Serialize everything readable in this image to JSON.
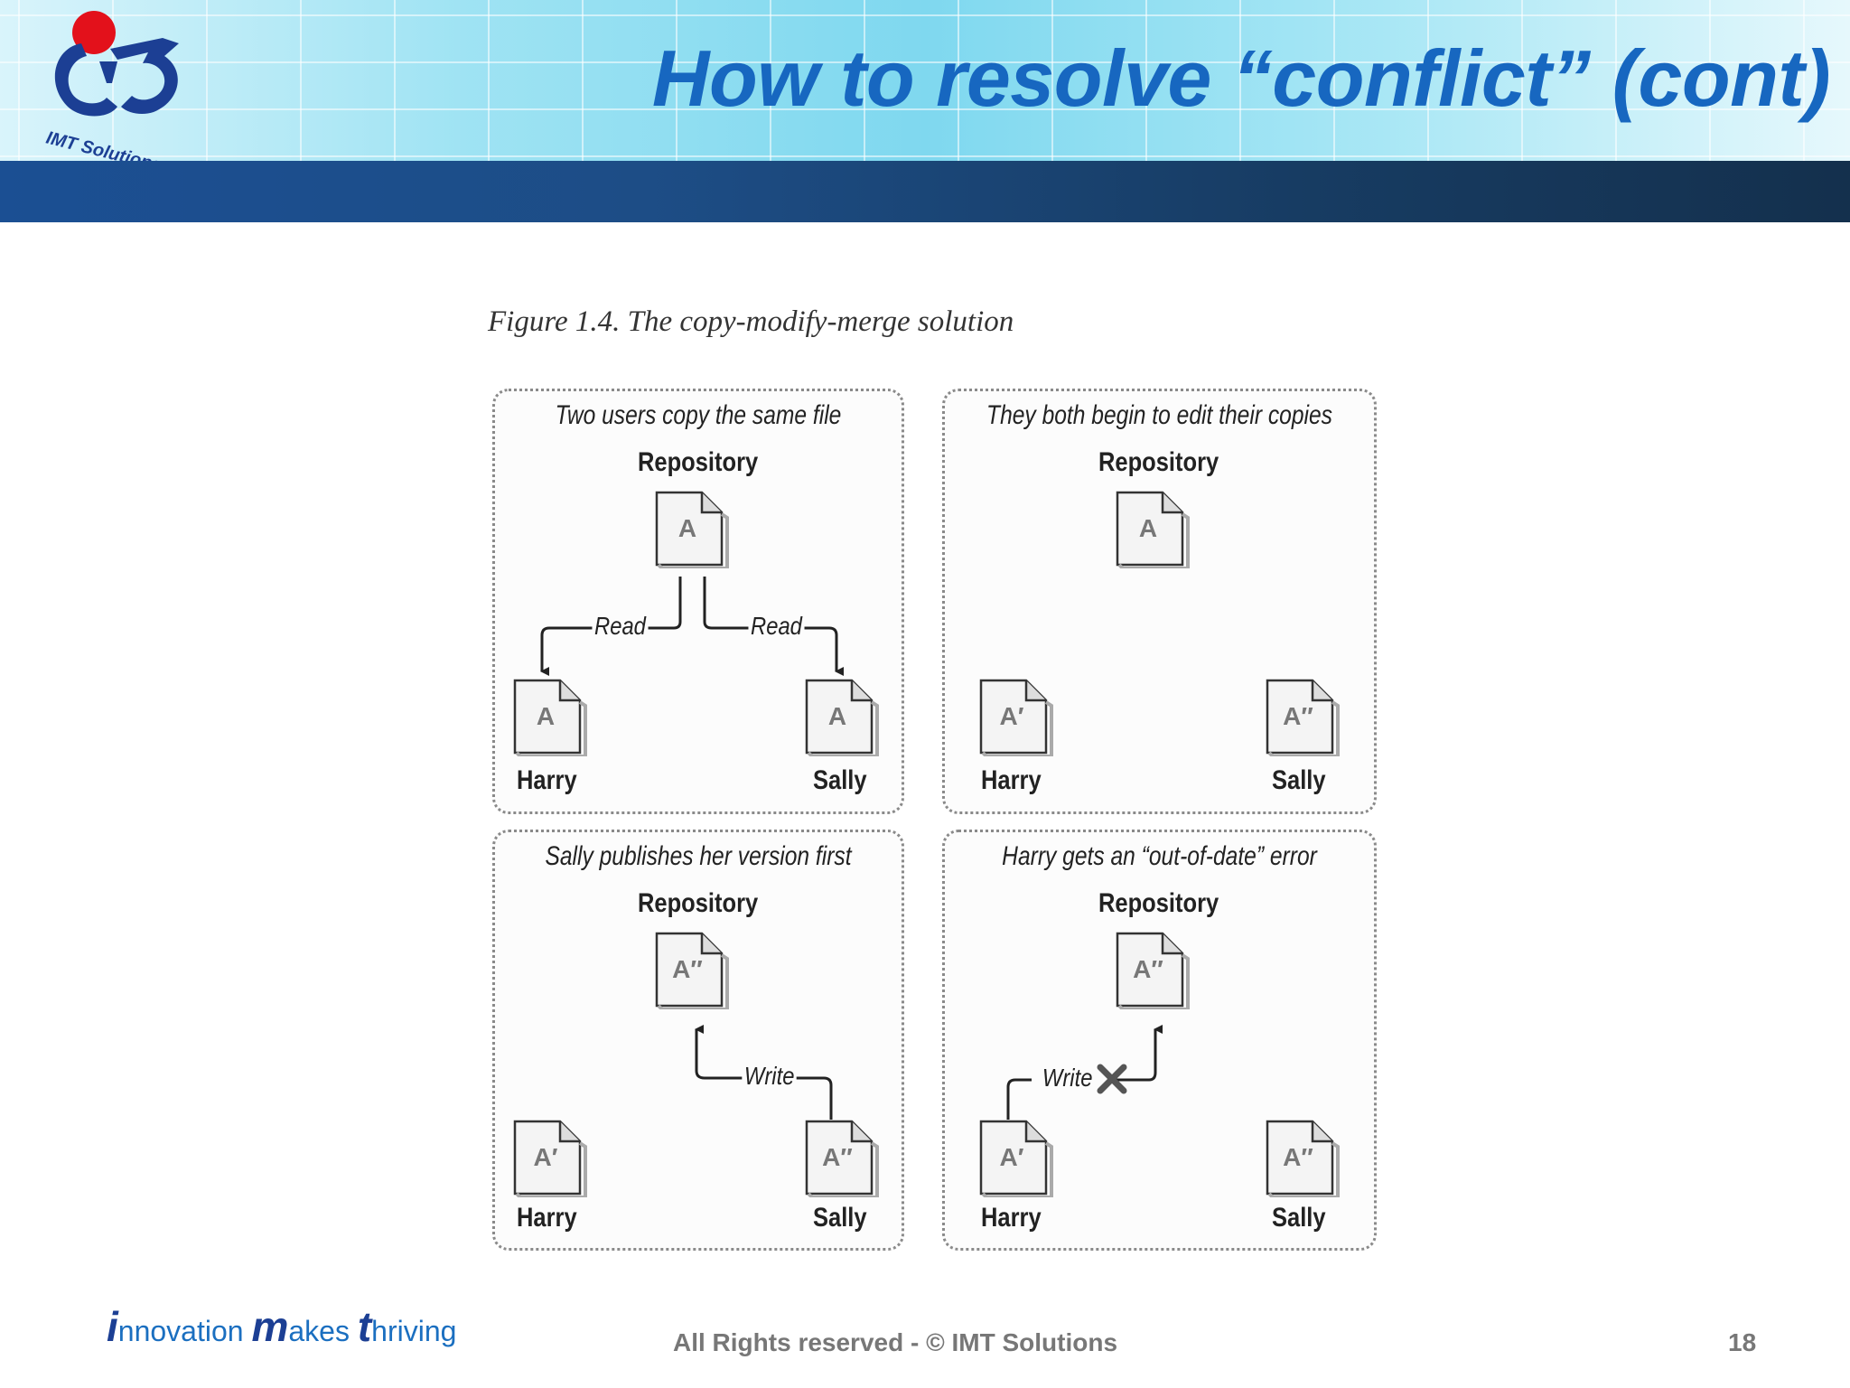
{
  "slide": {
    "title": "How to resolve “conflict” (cont)",
    "logo_text": "IMT Solutions",
    "figure_caption": "Figure 1.4. The copy-modify-merge solution",
    "footer": {
      "brand_parts": [
        "i",
        "nnovation ",
        "m",
        "akes ",
        "t",
        "hriving"
      ],
      "copyright": "All Rights reserved -  © IMT Solutions",
      "page_number": "18"
    },
    "colors": {
      "title": "#1767c0",
      "band": "#1d4d86",
      "logo_red": "#e3111b",
      "logo_blue": "#1c3f94"
    }
  },
  "panels": [
    {
      "title": "Two users copy the same file",
      "repository_label": "Repository",
      "repo_doc": "A",
      "left_user": "Harry",
      "left_doc": "A",
      "right_user": "Sally",
      "right_doc": "A",
      "arrows": [
        "Read",
        "Read"
      ]
    },
    {
      "title": "They both begin to edit their copies",
      "repository_label": "Repository",
      "repo_doc": "A",
      "left_user": "Harry",
      "left_doc": "A′",
      "right_user": "Sally",
      "right_doc": "A″"
    },
    {
      "title": "Sally publishes her version first",
      "repository_label": "Repository",
      "repo_doc": "A″",
      "left_user": "Harry",
      "left_doc": "A′",
      "right_user": "Sally",
      "right_doc": "A″",
      "arrows": [
        "Write"
      ]
    },
    {
      "title": "Harry gets an “out-of-date” error",
      "repository_label": "Repository",
      "repo_doc": "A″",
      "left_user": "Harry",
      "left_doc": "A′",
      "right_user": "Sally",
      "right_doc": "A″",
      "arrows": [
        "Write"
      ]
    }
  ]
}
